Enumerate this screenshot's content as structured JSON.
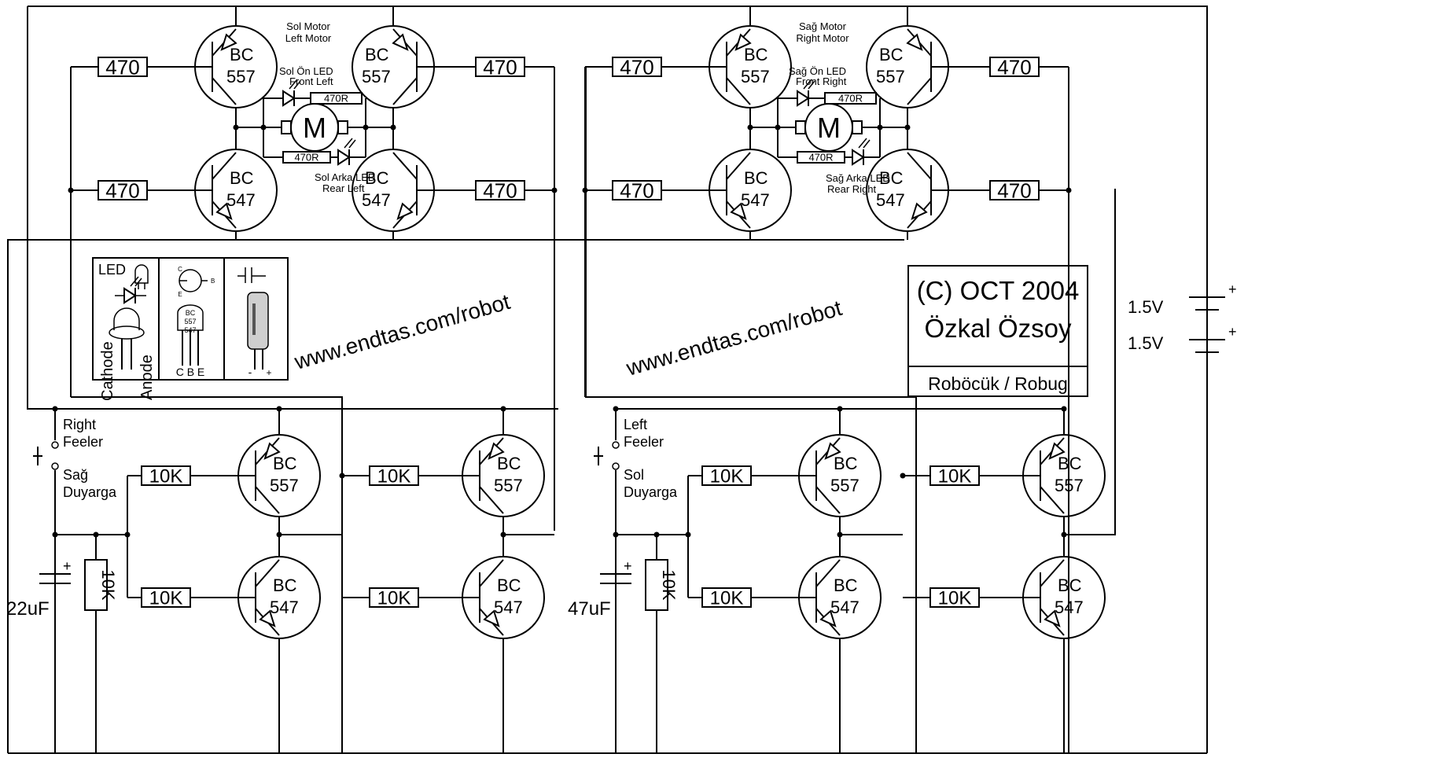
{
  "labels": {
    "sol_motor": "Sol Motor",
    "left_motor": "Left Motor",
    "sag_motor": "Sağ Motor",
    "right_motor": "Right Motor",
    "sol_on_led": "Sol Ön LED",
    "front_left": "Front Left",
    "sol_arka_led": "Sol Arka LED",
    "rear_left": "Rear Left",
    "sag_on_led": "Sağ Ön LED",
    "front_right": "Front Right",
    "sag_arka_led": "Sağ Arka LED",
    "rear_right": "Rear Right",
    "motor": "M",
    "right_feeler_1": "Right",
    "right_feeler_2": "Feeler",
    "sag_duyarga_1": "Sağ",
    "sag_duyarga_2": "Duyarga",
    "left_feeler_1": "Left",
    "left_feeler_2": "Feeler",
    "sol_duyarga_1": "Sol",
    "sol_duyarga_2": "Duyarga",
    "cap_left": "22uF",
    "cap_right": "47uF",
    "battery_1": "1.5V",
    "battery_2": "1.5V",
    "website": "www.endtas.com/robot"
  },
  "values": {
    "r470": "470",
    "r470r": "470R",
    "r10k": "10K",
    "bc": "BC",
    "bc557": "557",
    "bc547": "547"
  },
  "title_box": {
    "line1": "(C) OCT 2004",
    "line2": "Özkal Özsoy",
    "line3": "Roböcük / Robug"
  },
  "legend": {
    "led": "LED",
    "cathode": "Cathode",
    "anode": "Anode",
    "c": "C",
    "b": "B",
    "e": "E",
    "pkg_bc": "BC",
    "pkg_557": "557",
    "pkg_547": "547",
    "pins": "C B E",
    "cap_minus": "-",
    "cap_plus": "+"
  },
  "colors": {
    "ink": "#000000",
    "paper": "#ffffff",
    "cap_body": "#cfcfcf"
  }
}
